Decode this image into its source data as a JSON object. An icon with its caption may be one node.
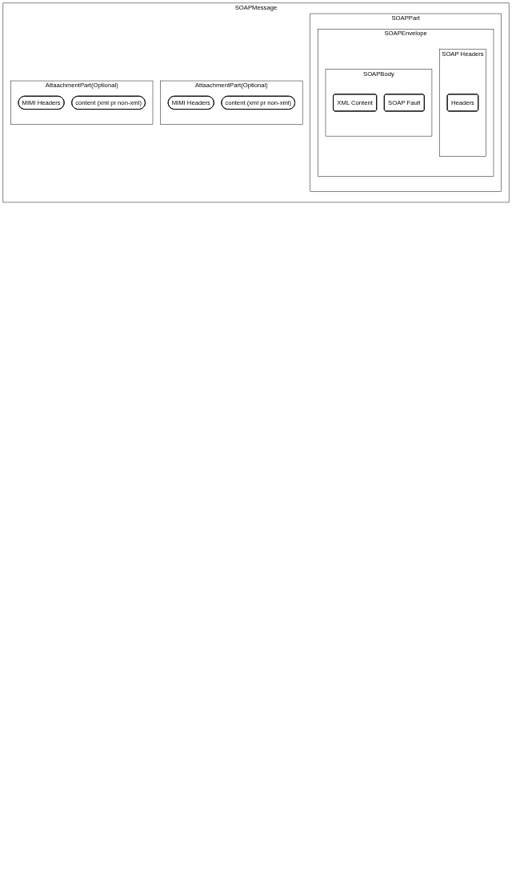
{
  "diagram": {
    "nodes": [
      {
        "text": [
          "SOAPMessage"
        ]
      },
      {
        "text": [
          "SOAPPart"
        ],
        "in": 0
      },
      {
        "text": [
          "SOAPEnvelope"
        ],
        "in": 1
      },
      {
        "text": [
          "SOAP Headers"
        ],
        "in": 2
      },
      {
        "text": [
          "Headers"
        ],
        "in": 3
      },
      {
        "text": [
          "SOAPBody"
        ],
        "in": 2
      },
      {
        "text": [
          "XML Content"
        ],
        "in": 5
      },
      {
        "text": [
          "SOAP Fault"
        ],
        "in": 5
      },
      {
        "text": [
          "AttaachmentPart(Optional)"
        ],
        "in": 0
      },
      {
        "text": [
          "MIMI Headers"
        ],
        "in": 8
      },
      {
        "text": [
          "content (xml pr non-xml)"
        ],
        "in": 8
      },
      {
        "text": [
          "AttaachmentPart(Optional)"
        ],
        "in": 0
      },
      {
        "text": [
          "MIMI Headers"
        ],
        "in": 11
      },
      {
        "text": [
          "content (xml pr non-xml)"
        ],
        "in": 11
      }
    ]
  }
}
